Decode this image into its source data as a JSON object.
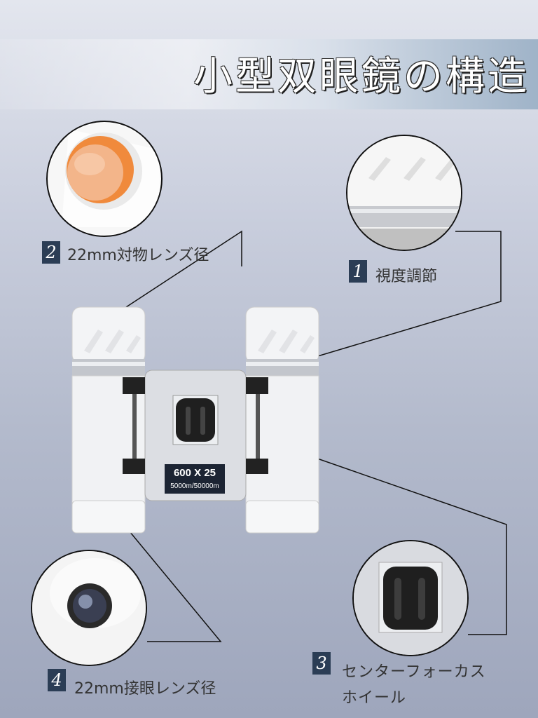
{
  "title": "小型双眼鏡の構造",
  "product_label": {
    "model": "600 X 25",
    "range": "5000m/50000m"
  },
  "callouts": [
    {
      "number": "1",
      "label": "視度調節"
    },
    {
      "number": "2",
      "label": "22mm対物レンズ径"
    },
    {
      "number": "3",
      "label_line1": "センターフォーカス",
      "label_line2": "ホイール"
    },
    {
      "number": "4",
      "label": "22mm接眼レンズ径"
    }
  ],
  "colors": {
    "badge": "#2b3d55",
    "lens_orange": "#f08a3c",
    "body": "#f4f5f7",
    "chrome": "#b9bcc2"
  }
}
